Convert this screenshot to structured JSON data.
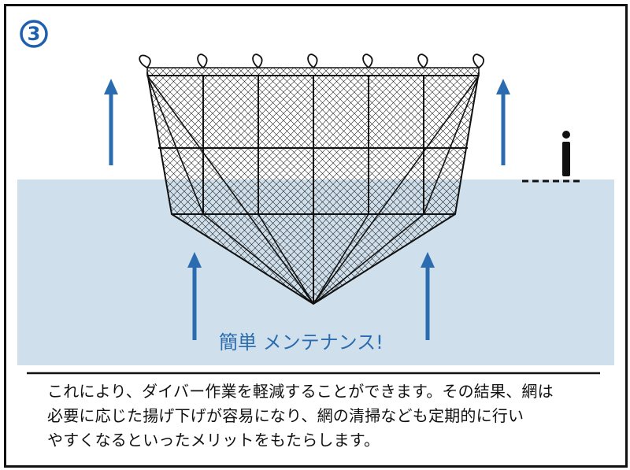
{
  "step_number": "3",
  "slogan": "簡単 メンテナンス!",
  "caption": "これにより、ダイバー作業を軽減することができます。その結果、網は\n必要に応じた揚げ下げが容易になり、網の清掃なども定期的に行い\nやすくなるといったメリットをもたらします。",
  "colors": {
    "water": "#cfe0ec",
    "arrow": "#2b6cb0",
    "badge": "#1e5fae",
    "ink": "#111111",
    "net_mesh": "#222222"
  },
  "icons": {
    "badge": "circled-number-icon",
    "arrow": "up-arrow-icon",
    "person": "person-icon",
    "net": "fish-net-icon"
  }
}
